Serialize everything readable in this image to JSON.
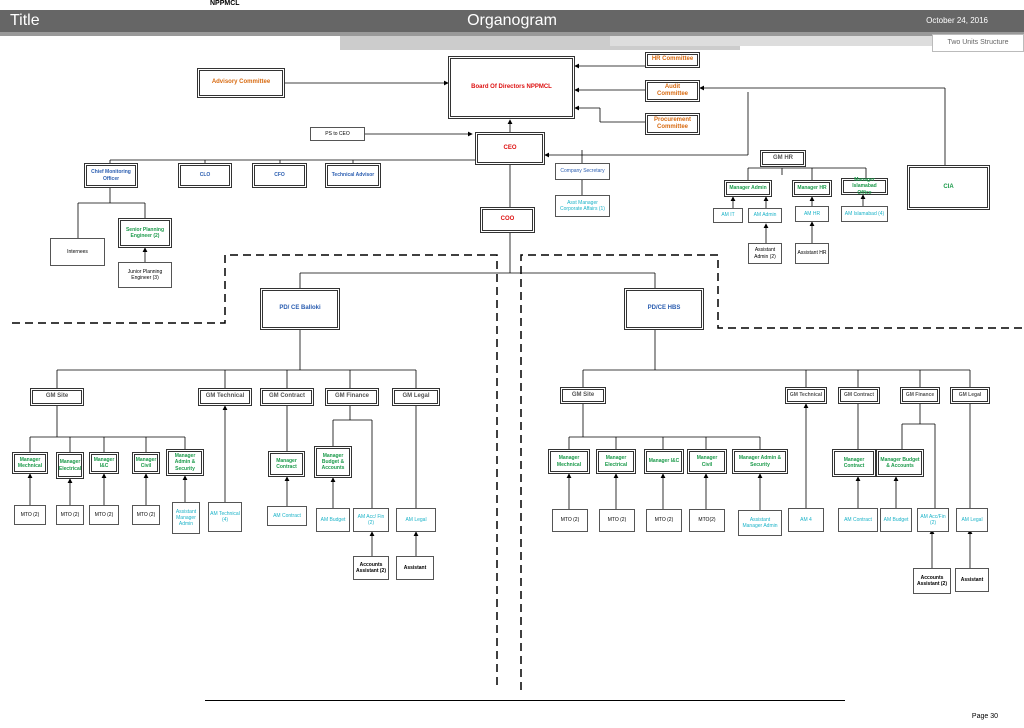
{
  "header": {
    "title": "Title",
    "main_title": "Organogram",
    "date": "October 24, 2016",
    "company": "NPPMCL",
    "subtitle": "Two Units Structure",
    "page": "Page 30"
  },
  "top": {
    "board": "Board Of Directors NPPMCL",
    "advisory": "Advisory Committee",
    "hr_committee": "HR Committee",
    "audit_committee": "Audit Committee",
    "procurement_committee": "Procurement Committee",
    "ps_ceo": "PS to CEO",
    "ceo": "CEO",
    "coo": "COO",
    "cia": "CIA",
    "company_secretary": "Company Secretary",
    "asst_manager_ca": "Asst Manager Corporate Affairs (1)",
    "cmo": "Chief Monitoring Officer",
    "clo": "CLO",
    "cfo": "CFO",
    "tech_advisor": "Technical Advisor",
    "senior_planning": "Senior Planning Engineer (2)",
    "junior_planning": "Junior Planning Engineer (3)",
    "internees": "Internees"
  },
  "hr": {
    "gm": "GM HR",
    "mgr_admin": "Manager Admin",
    "mgr_hr": "Manager HR",
    "mgr_isb": "Manager Islamabad Office",
    "am_it": "AM IT",
    "am_admin": "AM Admin",
    "am_hr": "AM HR",
    "am_isb": "AM Islamabad (4)",
    "asst_admin": "Assistant Admin (2)",
    "asst_hr": "Assistant HR"
  },
  "left": {
    "pd": "PD/ CE Balloki",
    "gm_site": "GM Site",
    "gm_technical": "GM Technical",
    "gm_contract": "GM Contract",
    "gm_finance": "GM Finance",
    "gm_legal": "GM Legal",
    "mgr_mech": "Manager Mechnical",
    "mgr_elec": "Manager Electrical",
    "mgr_ic": "Manager I&C",
    "mgr_civil": "Manager Civil",
    "mgr_admin": "Manager Admin & Security",
    "mto1": "MTO (2)",
    "mto2": "MTO (2)",
    "mto3": "MTO (2)",
    "mto4": "MTO (2)",
    "asst_mgr_admin": "Assistant Manager Admin",
    "am_technical": "AM Technical (4)",
    "mgr_contract": "Manager Contract",
    "am_contract": "AM Contract",
    "mgr_budget": "Manager Budget & Accounts",
    "am_budget": "AM Budget",
    "am_acc": "AM Acc/ Fin (2)",
    "acc_asst": "Accounts Assistant (2)",
    "am_legal": "AM Legal",
    "assistant": "Assistant"
  },
  "right": {
    "pd": "PD/CE HBS",
    "gm_site": "GM Site",
    "gm_technical": "GM Technical",
    "gm_contract": "GM Contract",
    "gm_finance": "GM Finance",
    "gm_legal": "GM Legal",
    "mgr_mech": "Manager Mechnical",
    "mgr_elec": "Manager Electrical",
    "mgr_ic": "Manager I&C",
    "mgr_civil": "Manager Civil",
    "mgr_admin": "Manager Admin & Security",
    "mto1": "MTO (2)",
    "mto2": "MTO (2)",
    "mto3": "MTO (2)",
    "mto4": "MTO(2)",
    "asst_mgr_admin": "Assistant Manager Admin",
    "am4": "AM 4",
    "mgr_contract": "Manager Contract",
    "am_contract": "AM Contract",
    "mgr_budget": "Manager Budget & Accounts",
    "am_budget": "AM Budget",
    "am_acc": "AM Acc/Fin (2)",
    "acc_asst": "Accounts Assistant (2)",
    "am_legal": "AM Legal",
    "assistant": "Assistant"
  }
}
